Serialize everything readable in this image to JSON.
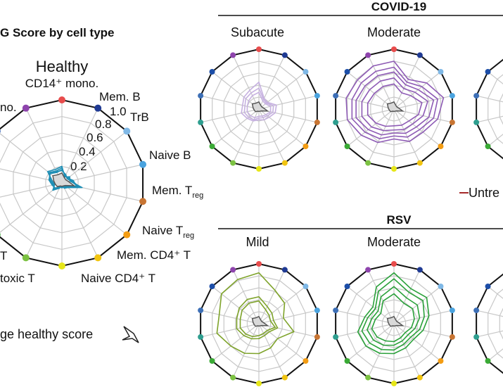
{
  "title": "G Score by cell type",
  "legend": {
    "avg_label": "ge healthy score",
    "untreated_label": "Untre"
  },
  "groups": {
    "covid": "COVID-19",
    "rsv": "RSV"
  },
  "panel_labels": {
    "subacute": "Subacute",
    "moderate_covid": "Moderate",
    "mild": "Mild",
    "moderate_rsv": "Moderate",
    "healthy": "Healthy"
  },
  "spoke_labels": {
    "cd14": "CD14⁺ mono.",
    "memb": "Mem. B",
    "trb": "TrB",
    "naiveb": "Naive B",
    "memtreg": "Mem. T",
    "naivetreg": "Naive T",
    "treg_sub": "reg",
    "memcd4": "Mem. CD4⁺ T",
    "naivecd4": "Naive CD4⁺ T",
    "cytotoxic": "toxic T",
    "t_left": "T",
    "mono_left": "no."
  },
  "colors": {
    "spokes": [
      "#e84c4c",
      "#1f3a93",
      "#7fb8e6",
      "#4aa3df",
      "#c87533",
      "#f39c12",
      "#f1c40f",
      "#e6e619",
      "#7cc242",
      "#3aaa35",
      "#2e9e8f",
      "#3d6fb6",
      "#1c4ea8",
      "#8e44ad",
      "#b9a2d6",
      "#d62728"
    ],
    "healthy": "#1f8fb5",
    "subacute": "#c6b1e0",
    "moderate_covid": "#8e5bb5",
    "mild": "#7ea32a",
    "moderate_rsv": "#2aa13a",
    "grid": "#c8c8c8",
    "avg": "#555555"
  },
  "chart_data": [
    {
      "type": "radar",
      "name": "Healthy",
      "spokes": [
        "CD14⁺ mono.",
        "Mem. B",
        "TrB",
        "Naive B",
        "Mem. Treg",
        "Naive Treg",
        "Mem. CD4⁺ T",
        "Naive CD4⁺ T",
        "toxic T",
        "T",
        "no."
      ],
      "ticks": [
        "0.2",
        "0.4",
        "0.6",
        "0.8",
        "1.0"
      ],
      "rlim": [
        0,
        1.0
      ],
      "series": [
        {
          "values": [
            0.18,
            0.09,
            0.1,
            0.12,
            0.22,
            0.08,
            0.06,
            0.05,
            0.06,
            0.12,
            0.1,
            0.14,
            0.2,
            0.16
          ]
        },
        {
          "values": [
            0.16,
            0.1,
            0.09,
            0.14,
            0.18,
            0.07,
            0.05,
            0.06,
            0.05,
            0.1,
            0.12,
            0.16,
            0.18,
            0.14
          ]
        },
        {
          "values": [
            0.2,
            0.08,
            0.12,
            0.1,
            0.25,
            0.09,
            0.07,
            0.04,
            0.07,
            0.14,
            0.09,
            0.12,
            0.22,
            0.18
          ]
        },
        {
          "values": [
            0.15,
            0.11,
            0.08,
            0.11,
            0.2,
            0.06,
            0.06,
            0.05,
            0.05,
            0.11,
            0.11,
            0.15,
            0.19,
            0.15
          ]
        }
      ]
    },
    {
      "type": "radar",
      "name": "Subacute",
      "series": [
        {
          "values": [
            0.45,
            0.2,
            0.18,
            0.3,
            0.28,
            0.22,
            0.2,
            0.18,
            0.22,
            0.25,
            0.3,
            0.28,
            0.32,
            0.35
          ]
        },
        {
          "values": [
            0.35,
            0.18,
            0.16,
            0.25,
            0.24,
            0.18,
            0.16,
            0.15,
            0.2,
            0.22,
            0.25,
            0.24,
            0.28,
            0.3
          ]
        },
        {
          "values": [
            0.28,
            0.15,
            0.14,
            0.2,
            0.2,
            0.15,
            0.13,
            0.12,
            0.16,
            0.18,
            0.2,
            0.2,
            0.22,
            0.25
          ]
        }
      ]
    },
    {
      "type": "radar",
      "name": "Moderate (COVID-19)",
      "series": [
        {
          "values": [
            0.8,
            0.55,
            0.7,
            0.85,
            0.75,
            0.62,
            0.6,
            0.5,
            0.62,
            0.7,
            0.8,
            0.82,
            0.78,
            0.8
          ]
        },
        {
          "values": [
            0.7,
            0.5,
            0.6,
            0.75,
            0.68,
            0.55,
            0.52,
            0.45,
            0.55,
            0.62,
            0.72,
            0.72,
            0.7,
            0.7
          ]
        },
        {
          "values": [
            0.62,
            0.45,
            0.52,
            0.68,
            0.6,
            0.48,
            0.45,
            0.4,
            0.48,
            0.55,
            0.65,
            0.65,
            0.62,
            0.62
          ]
        },
        {
          "values": [
            0.52,
            0.38,
            0.45,
            0.58,
            0.5,
            0.4,
            0.38,
            0.35,
            0.4,
            0.48,
            0.55,
            0.55,
            0.52,
            0.52
          ]
        },
        {
          "values": [
            0.42,
            0.3,
            0.36,
            0.48,
            0.42,
            0.32,
            0.3,
            0.28,
            0.32,
            0.38,
            0.45,
            0.45,
            0.42,
            0.42
          ]
        }
      ]
    },
    {
      "type": "radar",
      "name": "Mild",
      "series": [
        {
          "values": [
            0.85,
            0.62,
            0.55,
            0.42,
            0.6,
            0.4,
            0.45,
            0.5,
            0.55,
            0.6,
            0.72,
            0.68,
            0.8,
            0.82
          ]
        },
        {
          "values": [
            0.45,
            0.32,
            0.28,
            0.25,
            0.32,
            0.22,
            0.22,
            0.25,
            0.28,
            0.32,
            0.38,
            0.38,
            0.42,
            0.45
          ]
        },
        {
          "values": [
            0.38,
            0.26,
            0.22,
            0.2,
            0.28,
            0.18,
            0.18,
            0.2,
            0.24,
            0.28,
            0.32,
            0.32,
            0.36,
            0.38
          ]
        }
      ]
    },
    {
      "type": "radar",
      "name": "Moderate (RSV)",
      "series": [
        {
          "values": [
            0.85,
            0.65,
            0.7,
            0.6,
            0.5,
            0.42,
            0.45,
            0.5,
            0.55,
            0.6,
            0.62,
            0.5,
            0.45,
            0.68
          ]
        },
        {
          "values": [
            0.75,
            0.58,
            0.62,
            0.52,
            0.44,
            0.36,
            0.38,
            0.44,
            0.48,
            0.52,
            0.55,
            0.45,
            0.4,
            0.6
          ]
        },
        {
          "values": [
            0.62,
            0.48,
            0.5,
            0.44,
            0.36,
            0.3,
            0.32,
            0.36,
            0.4,
            0.44,
            0.46,
            0.38,
            0.34,
            0.5
          ]
        },
        {
          "values": [
            0.5,
            0.38,
            0.4,
            0.35,
            0.3,
            0.24,
            0.26,
            0.3,
            0.32,
            0.36,
            0.38,
            0.32,
            0.28,
            0.42
          ]
        }
      ]
    }
  ]
}
